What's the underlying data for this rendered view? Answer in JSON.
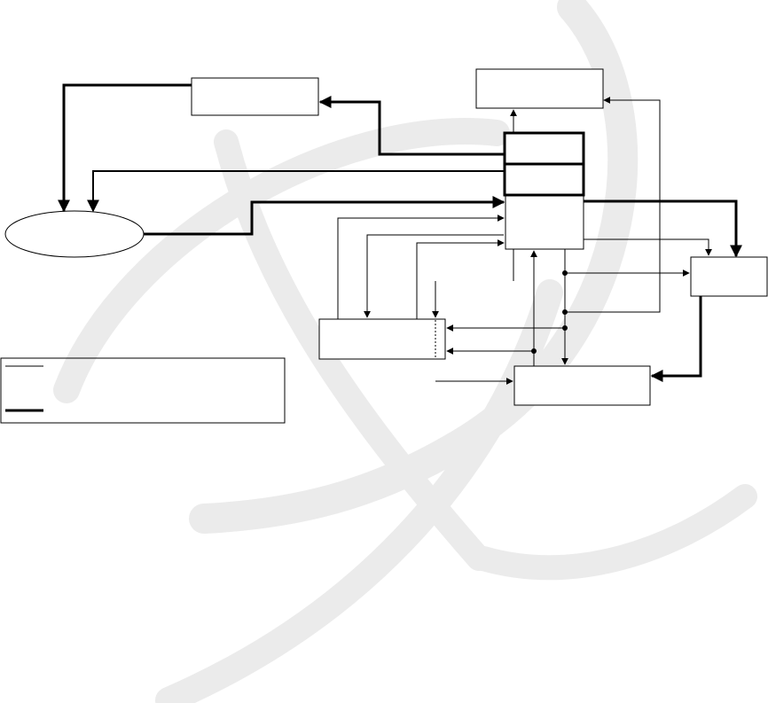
{
  "diagram": {
    "background_color": "#ffffff",
    "line_color": "#000000",
    "watermark_color": "#ebebeb",
    "blocks": [
      {
        "id": "box-top-left",
        "label": ""
      },
      {
        "id": "box-top-right",
        "label": ""
      },
      {
        "id": "box-double-upper",
        "label": ""
      },
      {
        "id": "box-double-lower",
        "label": ""
      },
      {
        "id": "box-center",
        "label": ""
      },
      {
        "id": "ellipse-left",
        "label": ""
      },
      {
        "id": "box-right",
        "label": ""
      },
      {
        "id": "box-middle-left",
        "label": ""
      },
      {
        "id": "box-bottom-center",
        "label": ""
      }
    ],
    "legend": {
      "entries": [
        {
          "style": "thin",
          "label": ""
        },
        {
          "style": "thick",
          "label": ""
        }
      ]
    }
  }
}
